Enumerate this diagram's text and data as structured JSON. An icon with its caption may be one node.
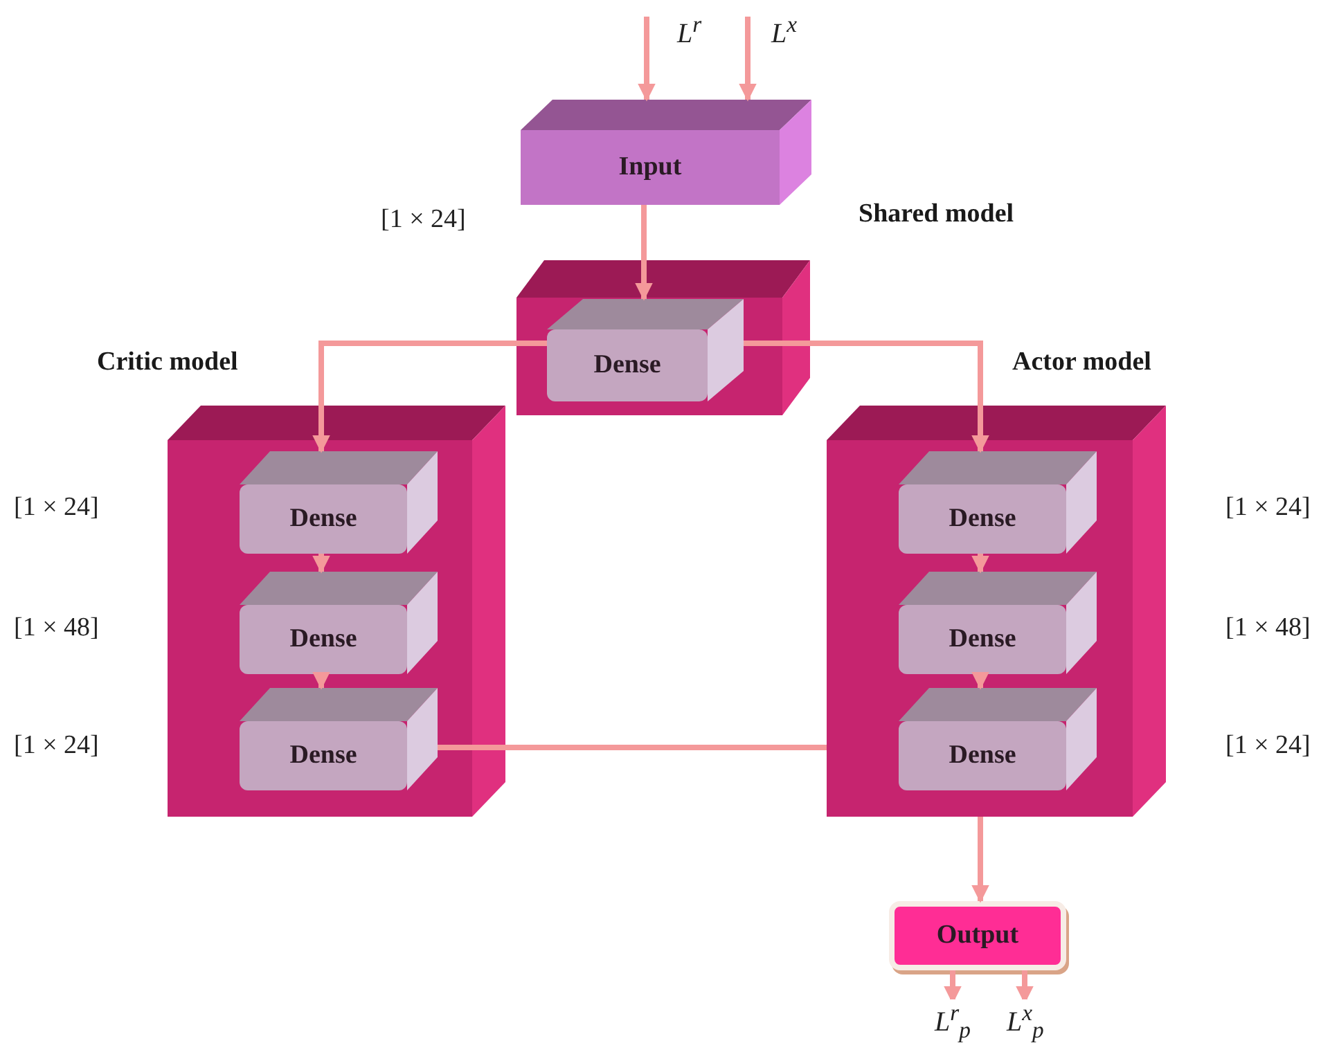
{
  "diagram": {
    "nodes": [
      {
        "text": [
          "Input"
        ]
      },
      {
        "text": [
          "Shared model"
        ]
      },
      {
        "text": [
          "Dense"
        ],
        "in": 1
      },
      {
        "text": [
          "Critic model"
        ]
      },
      {
        "text": [
          "Dense"
        ],
        "in": 3
      },
      {
        "text": [
          "Dense"
        ],
        "in": 3
      },
      {
        "text": [
          "Dense"
        ],
        "in": 3
      },
      {
        "text": [
          "Actor model"
        ]
      },
      {
        "text": [
          "Dense"
        ],
        "in": 7
      },
      {
        "text": [
          "Dense"
        ],
        "in": 7
      },
      {
        "text": [
          "Dense"
        ],
        "in": 7
      },
      {
        "text": [
          "Output"
        ]
      }
    ],
    "edges": [
      {
        "from": null,
        "to": 0,
        "arrow": "to",
        "label": "L$^{r}$"
      },
      {
        "from": null,
        "to": 0,
        "arrow": "to",
        "label": "L$^{x}$"
      },
      {
        "from": 0,
        "to": 2,
        "arrow": "to"
      },
      {
        "from": 2,
        "to": 4,
        "arrow": "to"
      },
      {
        "from": 2,
        "to": 8,
        "arrow": "to"
      },
      {
        "from": 4,
        "to": 5,
        "arrow": "to"
      },
      {
        "from": 5,
        "to": 6,
        "arrow": "to"
      },
      {
        "from": 8,
        "to": 9,
        "arrow": "to"
      },
      {
        "from": 9,
        "to": 10,
        "arrow": "to"
      },
      {
        "from": 6,
        "to": 7,
        "arrow": "none"
      },
      {
        "from": 7,
        "to": 11,
        "arrow": "to"
      },
      {
        "from": 11,
        "to": null,
        "arrow": "to",
        "label": "L$^{r}$$_{p}$"
      },
      {
        "from": 11,
        "to": null,
        "arrow": "to",
        "label": "L$^{x}$$_{p}$"
      }
    ],
    "labels": [
      "[1 × 24]",
      "[1 × 24]",
      "[1 × 24]",
      "[1 × 48]",
      "[1 × 48]",
      "[1 × 24]",
      "[1 × 24]"
    ]
  }
}
